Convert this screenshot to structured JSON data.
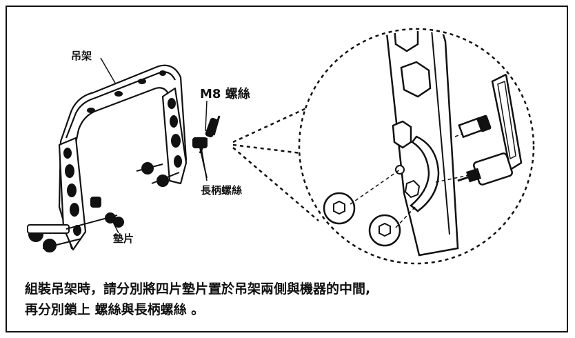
{
  "labels": {
    "hanger": "吊架",
    "m8_screw": "M8 螺絲",
    "handle_screw": "長柄螺絲",
    "washer": "墊片"
  },
  "instructions": {
    "line1": "組裝吊架時，請分別將四片墊片置於吊架兩側與機器的中間,",
    "line2": "再分別鎖上 螺絲與長柄螺絲 。"
  }
}
